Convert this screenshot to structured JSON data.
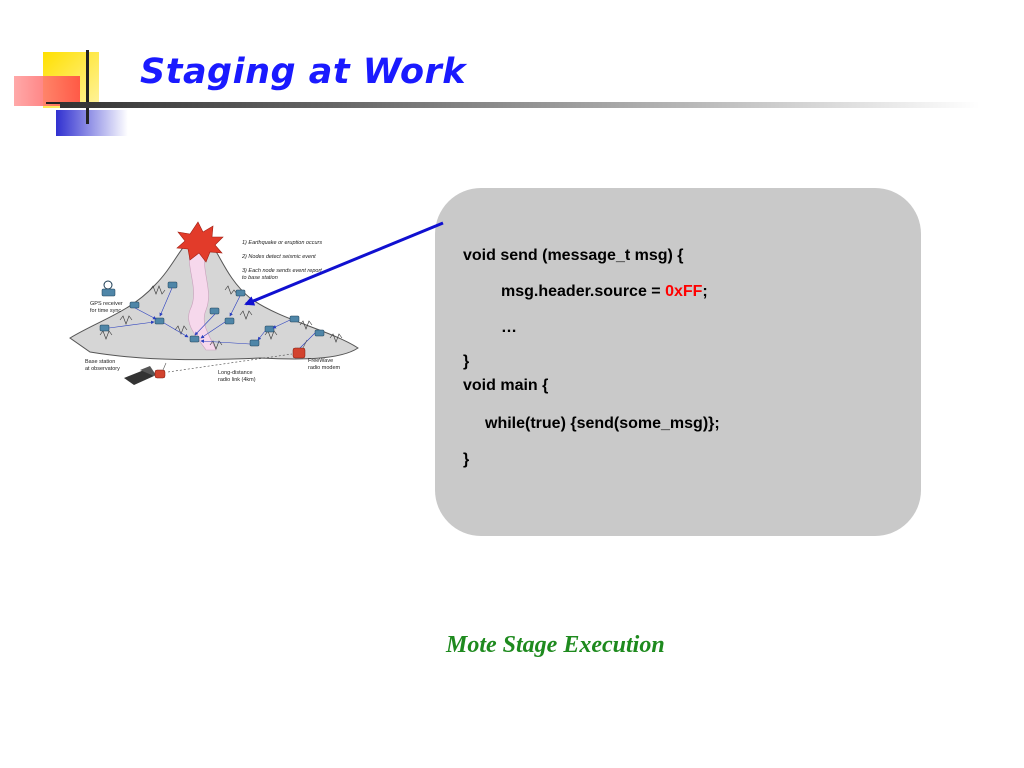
{
  "slide": {
    "title": "Staging at Work",
    "caption": "Mote Stage Execution"
  },
  "code": {
    "line1": "void send (message_t msg) {",
    "line2_prefix": "msg.header.source = ",
    "line2_highlight": "0xFF",
    "line2_suffix": ";",
    "line3": "…",
    "line4": "}",
    "line5": "void main {",
    "line6": "while(true) {send(some_msg)};",
    "line7": "}"
  },
  "diagram": {
    "step1": "1) Earthquake or eruption occurs",
    "step2": "2) Nodes detect seismic event",
    "step3a": "3) Each node sends event report",
    "step3b": "to base station",
    "gps_a": "GPS receiver",
    "gps_b": "for time sync",
    "base_a": "Base station",
    "base_b": "at observatory",
    "link_a": "Long-distance",
    "link_b": "radio link (4km)",
    "modem_a": "FreeWave",
    "modem_b": "radio modem"
  },
  "colors": {
    "title": "#1a1aff",
    "highlight": "#ff0000",
    "caption": "#1e8a1e",
    "arrow": "#1010d0",
    "code_box": "#c9c9c9"
  }
}
